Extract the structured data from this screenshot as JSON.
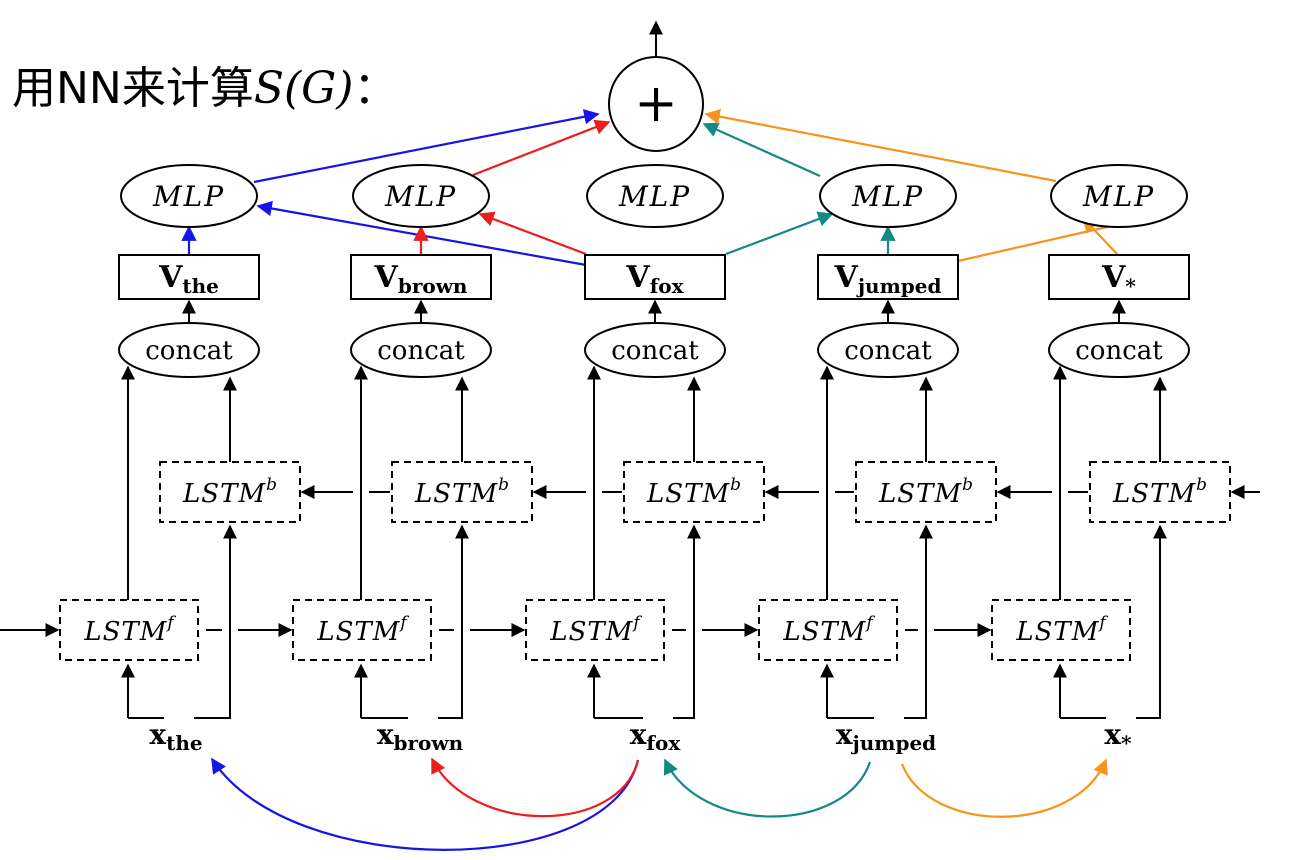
{
  "title": {
    "prefix": "用NN来计算",
    "math": "S(G)",
    "suffix": "："
  },
  "sum_symbol": "+",
  "mlp_label": "MLP",
  "concat_label": "concat",
  "lstm_forward": {
    "base": "LSTM",
    "sup": "f"
  },
  "lstm_backward": {
    "base": "LSTM",
    "sup": "b"
  },
  "vectors": [
    {
      "base": "V",
      "sub": "the"
    },
    {
      "base": "V",
      "sub": "brown"
    },
    {
      "base": "V",
      "sub": "fox"
    },
    {
      "base": "V",
      "sub": "jumped"
    },
    {
      "base": "V",
      "sub": "*"
    }
  ],
  "inputs": [
    {
      "base": "x",
      "sub": "the"
    },
    {
      "base": "x",
      "sub": "brown"
    },
    {
      "base": "x",
      "sub": "fox"
    },
    {
      "base": "x",
      "sub": "jumped"
    },
    {
      "base": "x",
      "sub": "*"
    }
  ],
  "colors": {
    "blue": "#1515e8",
    "red": "#ee1c1c",
    "teal": "#138a86",
    "orange": "#f7941d",
    "black": "#000000"
  }
}
